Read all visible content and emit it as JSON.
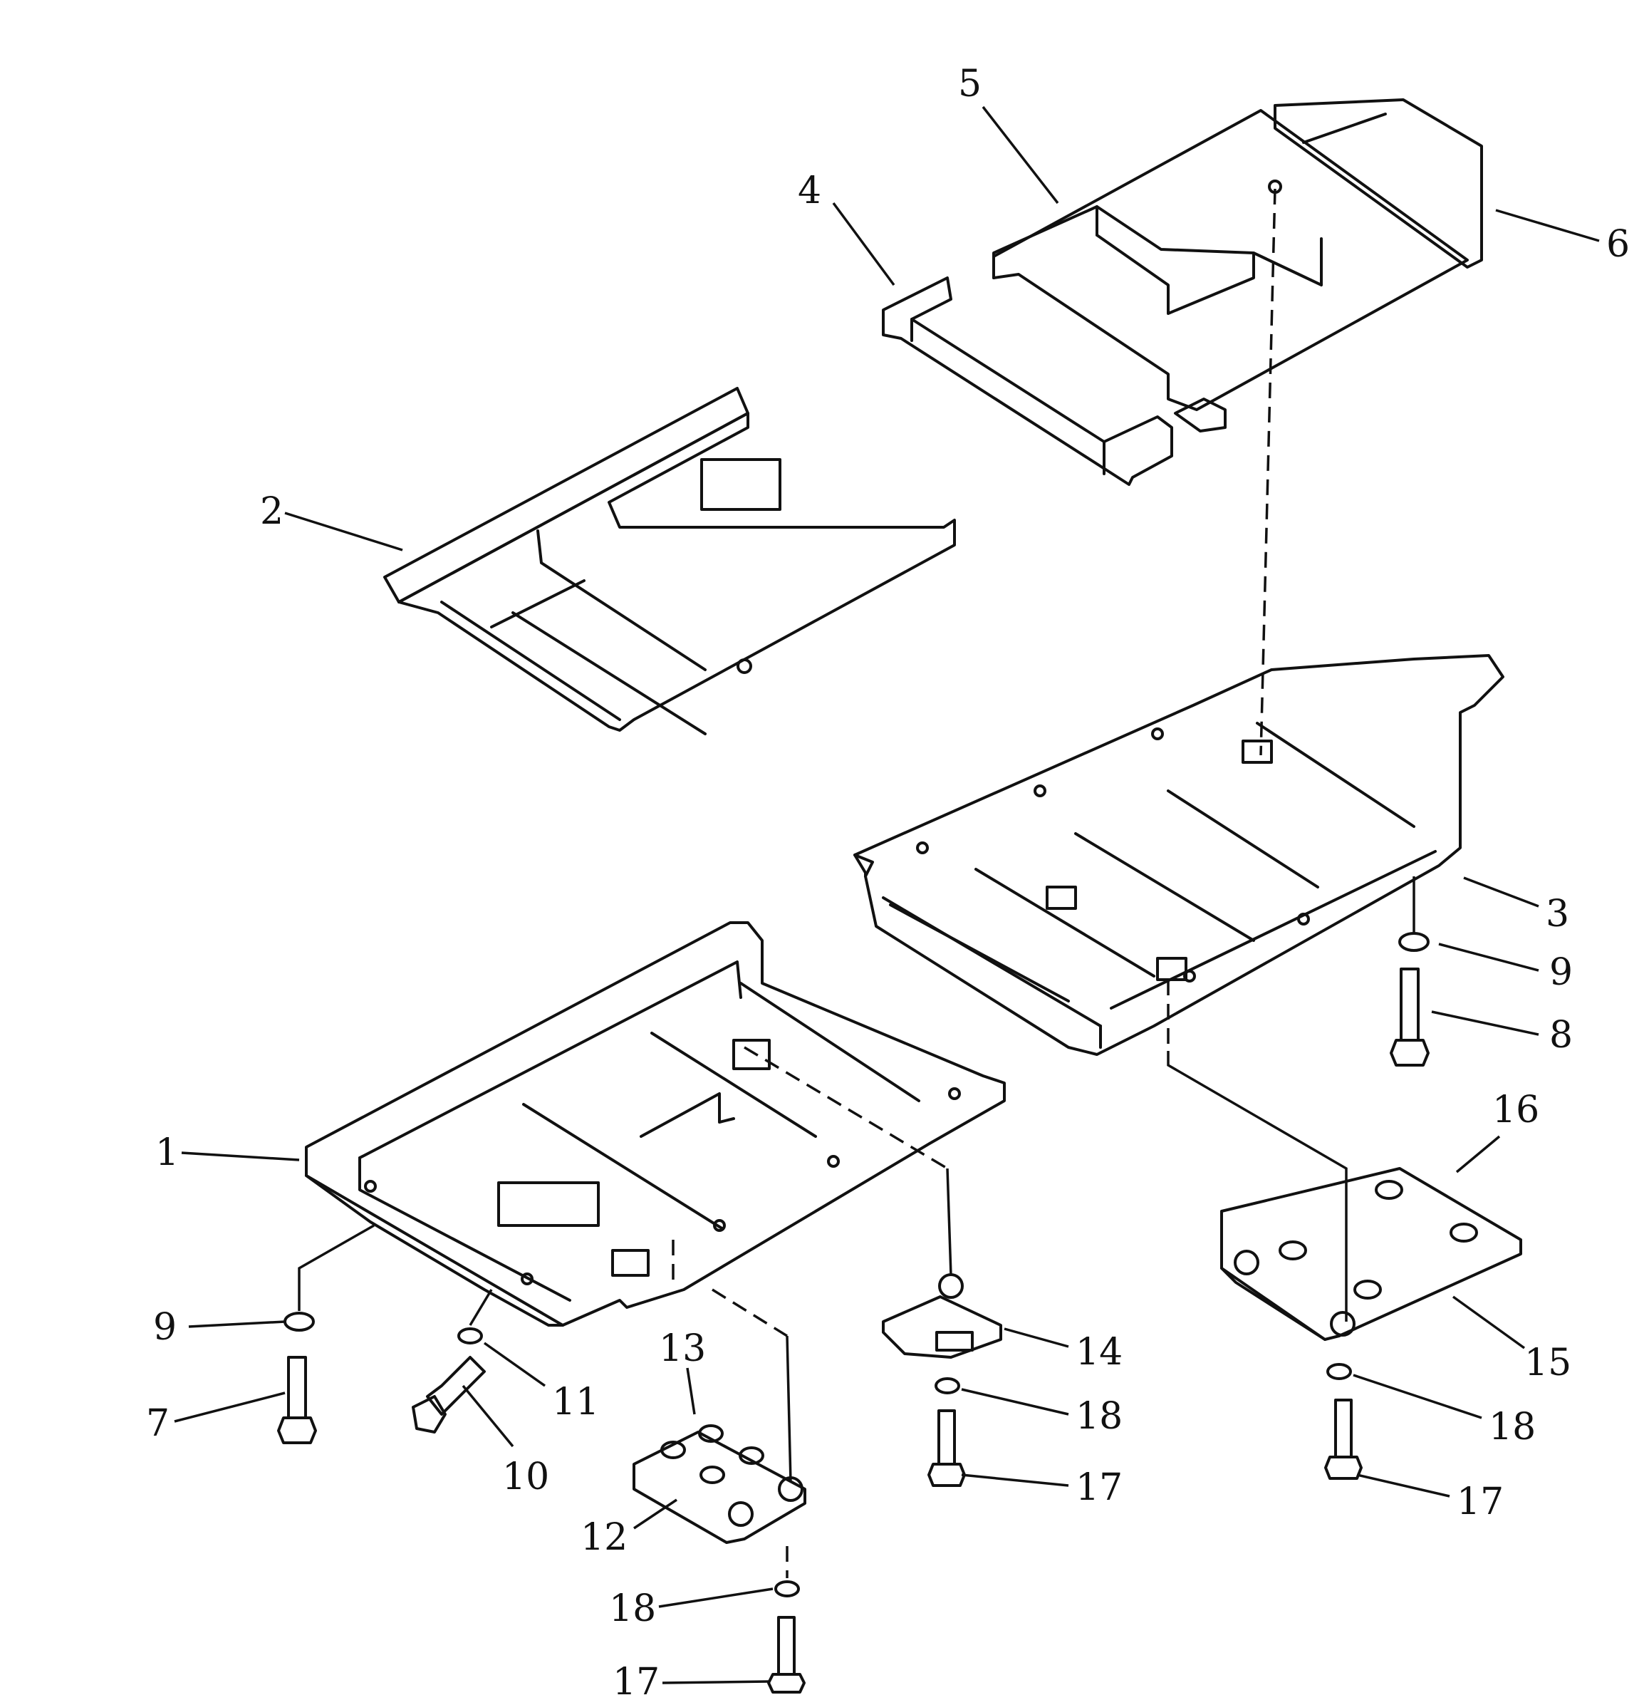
{
  "diagram": {
    "callouts": [
      {
        "id": "1",
        "label": "1"
      },
      {
        "id": "2",
        "label": "2"
      },
      {
        "id": "3",
        "label": "3"
      },
      {
        "id": "4",
        "label": "4"
      },
      {
        "id": "5",
        "label": "5"
      },
      {
        "id": "6",
        "label": "6"
      },
      {
        "id": "7",
        "label": "7"
      },
      {
        "id": "8",
        "label": "8"
      },
      {
        "id": "9a",
        "label": "9"
      },
      {
        "id": "9b",
        "label": "9"
      },
      {
        "id": "10",
        "label": "10"
      },
      {
        "id": "11",
        "label": "11"
      },
      {
        "id": "12",
        "label": "12"
      },
      {
        "id": "13",
        "label": "13"
      },
      {
        "id": "14",
        "label": "14"
      },
      {
        "id": "15",
        "label": "15"
      },
      {
        "id": "16",
        "label": "16"
      },
      {
        "id": "17a",
        "label": "17"
      },
      {
        "id": "17b",
        "label": "17"
      },
      {
        "id": "17c",
        "label": "17"
      },
      {
        "id": "18a",
        "label": "18"
      },
      {
        "id": "18b",
        "label": "18"
      },
      {
        "id": "18c",
        "label": "18"
      }
    ]
  }
}
